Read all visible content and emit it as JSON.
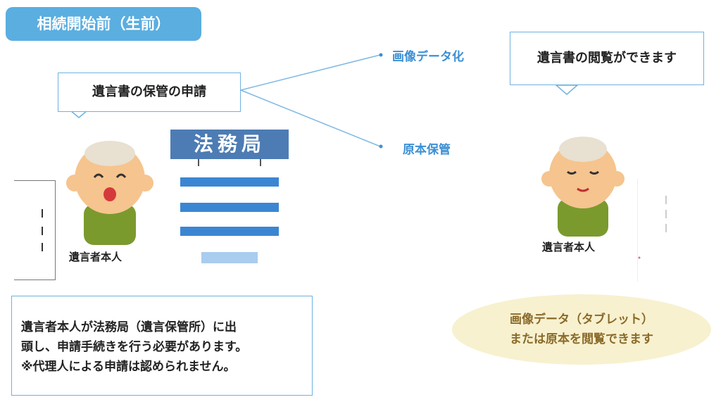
{
  "title": "相続開始前（生前）",
  "request_box": "遺言書の保管の申請",
  "branch_digitize": "画像データ化",
  "branch_original": "原本保管",
  "view_box": "遺言書の閲覧ができます",
  "building_sign": "法務局",
  "person_left_label": "遺言者本人",
  "person_right_label": "遺言者本人",
  "info_text": "遺言者本人が法務局（遺言保管所）に出\n頭し、申請手続きを行う必要があります。\n※代理人による申請は認められません。",
  "view_note_line1": "画像データ（タブレット）",
  "view_note_line2": "または原本を閲覧できます",
  "colors": {
    "badge": "#5aaee0",
    "accent_blue": "#3b8fd4",
    "note_bg": "#f7f1cf"
  }
}
